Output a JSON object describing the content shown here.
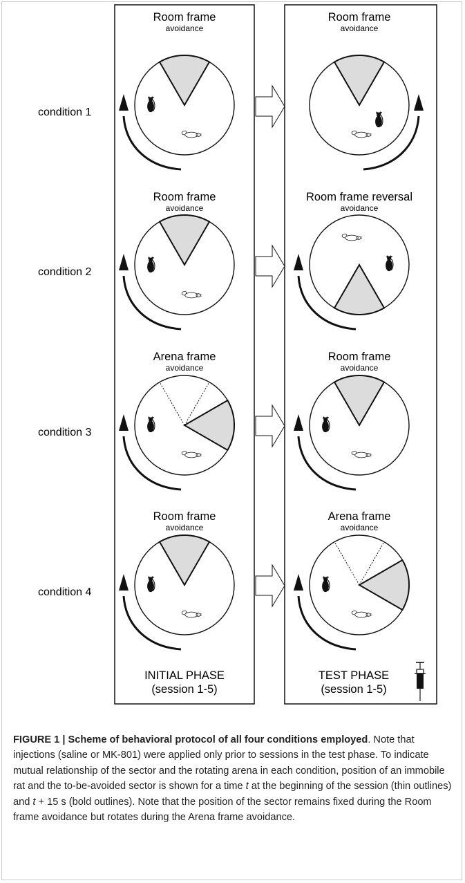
{
  "figure": {
    "conditions": [
      "condition 1",
      "condition 2",
      "condition 3",
      "condition 4"
    ],
    "initial_phase": {
      "label_line1": "INITIAL PHASE",
      "label_line2": "(session 1-5)",
      "panels": [
        {
          "title": "Room frame",
          "subtitle": "avoidance"
        },
        {
          "title": "Room frame",
          "subtitle": "avoidance"
        },
        {
          "title": "Arena frame",
          "subtitle": "avoidance"
        },
        {
          "title": "Room frame",
          "subtitle": "avoidance"
        }
      ]
    },
    "test_phase": {
      "label_line1": "TEST PHASE",
      "label_line2": "(session 1-5)",
      "panels": [
        {
          "title": "Room frame",
          "subtitle": "avoidance"
        },
        {
          "title": "Room frame reversal",
          "subtitle": "avoidance"
        },
        {
          "title": "Room frame",
          "subtitle": "avoidance"
        },
        {
          "title": "Arena frame",
          "subtitle": "avoidance"
        }
      ]
    }
  },
  "caption": {
    "bold": "FIGURE 1 | Scheme of behavioral protocol of all four conditions employed",
    "part1": ". Note that injections (saline or MK-801) were applied only prior to sessions in the test phase. To indicate mutual relationship of the sector and the rotating arena in each condition, position of an immobile rat and the to-be-avoided sector is shown for a time ",
    "t1": "t",
    "part2": " at the beginning of the session (thin outlines) and ",
    "t2": "t",
    "part3": " + 15 s (bold outlines). Note that the position of the sector remains fixed during the Room frame avoidance but rotates during the Arena frame avoidance."
  },
  "colors": {
    "sector_fill": "#dcdcdc",
    "line": "#111111",
    "frame_border": "#c8c8c8"
  }
}
